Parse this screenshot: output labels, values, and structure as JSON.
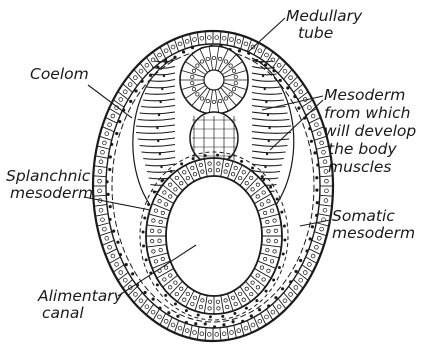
{
  "labels": {
    "medullary_tube": [
      "Medullary",
      "tube"
    ],
    "coelom": [
      "Coelom"
    ],
    "mesoderm_body_muscles": [
      "Mesoderm",
      "from which",
      "will develop",
      "the body",
      "muscles"
    ],
    "splanchnic_mesoderm": [
      "Splanchnic",
      "mesoderm"
    ],
    "somatic_mesoderm": [
      "Somatic",
      "mesoderm"
    ],
    "alimentary_canal": [
      "Alimentary",
      "canal"
    ]
  },
  "colors": {
    "ink": "#1a1a1a",
    "background": "#ffffff"
  }
}
